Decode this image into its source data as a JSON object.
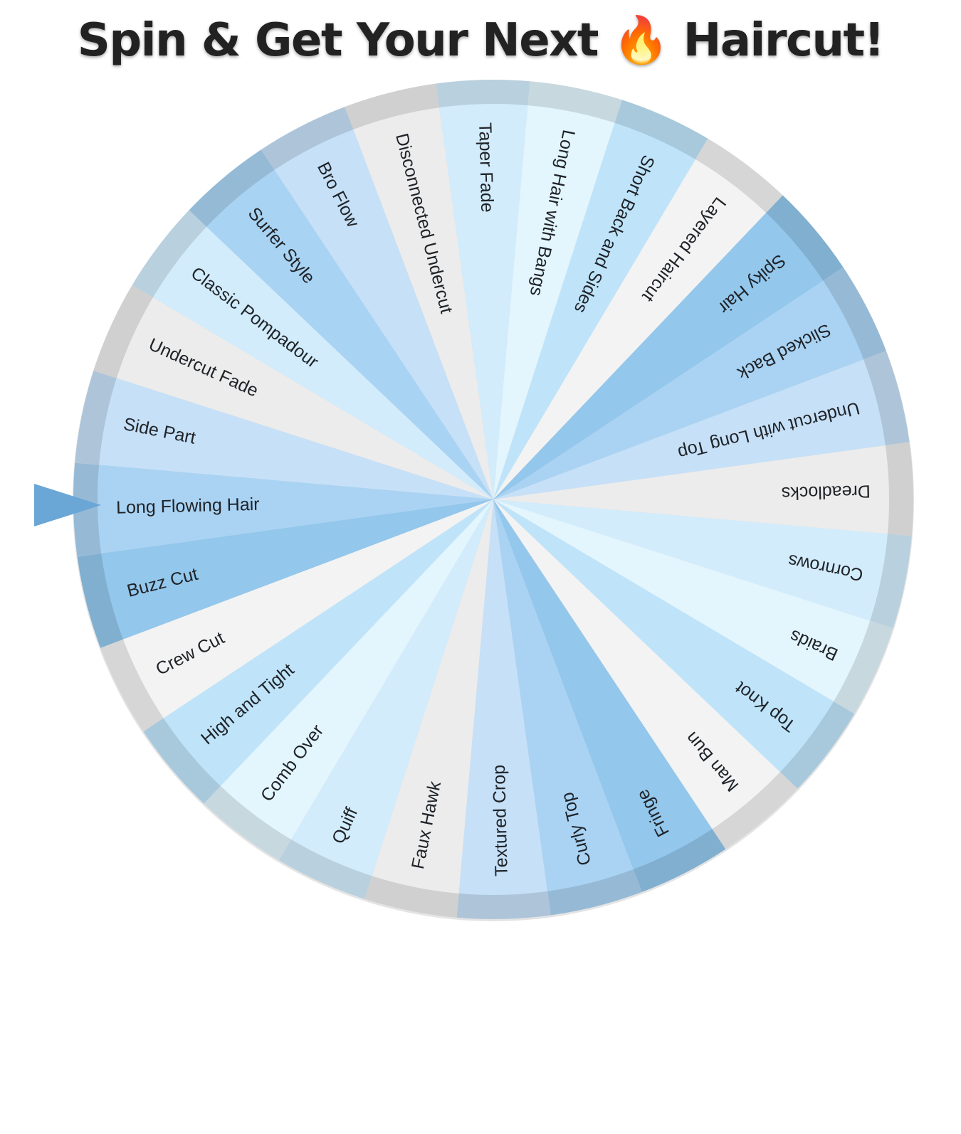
{
  "page": {
    "title": "Spin & Get Your Next 🔥 Haircut!"
  },
  "wheel": {
    "start_angle_deg": 185,
    "pointer_side": "left",
    "pointer_color": "#6aa6d6",
    "rim_colors": {
      "outer_ring_shade": 0.12
    },
    "segments": [
      {
        "label": "Side Part",
        "color": "#c6e0f7"
      },
      {
        "label": "Undercut Fade",
        "color": "#ececec"
      },
      {
        "label": "Classic Pompadour",
        "color": "#d2ecfc"
      },
      {
        "label": "Surfer Style",
        "color": "#a9d3f3"
      },
      {
        "label": "Bro Flow",
        "color": "#c6e0f7"
      },
      {
        "label": "Disconnected Undercut",
        "color": "#ececec"
      },
      {
        "label": "Taper Fade",
        "color": "#d2ecfc"
      },
      {
        "label": "Long Hair with Bangs",
        "color": "#e3f5fd"
      },
      {
        "label": "Short Back and Sides",
        "color": "#bfe4fa"
      },
      {
        "label": "Layered Haircut",
        "color": "#f3f3f3"
      },
      {
        "label": "Spiky Hair",
        "color": "#93c7ec"
      },
      {
        "label": "Slicked Back",
        "color": "#aad3f3"
      },
      {
        "label": "Undercut with Long Top",
        "color": "#c6e0f7"
      },
      {
        "label": "Dreadlocks",
        "color": "#ececec"
      },
      {
        "label": "Cornrows",
        "color": "#d2ecfc"
      },
      {
        "label": "Braids",
        "color": "#e3f5fd"
      },
      {
        "label": "Top Knot",
        "color": "#bfe4fa"
      },
      {
        "label": "Man Bun",
        "color": "#f3f3f3"
      },
      {
        "label": "Fringe",
        "color": "#93c7ec"
      },
      {
        "label": "Curly Top",
        "color": "#aad3f3"
      },
      {
        "label": "Textured Crop",
        "color": "#c6e0f7"
      },
      {
        "label": "Faux Hawk",
        "color": "#ececec"
      },
      {
        "label": "Quiff",
        "color": "#d2ecfc"
      },
      {
        "label": "Comb Over",
        "color": "#e3f5fd"
      },
      {
        "label": "High and Tight",
        "color": "#bfe4fa"
      },
      {
        "label": "Crew Cut",
        "color": "#f3f3f3"
      },
      {
        "label": "Buzz Cut",
        "color": "#93c7ec"
      },
      {
        "label": "Long Flowing Hair",
        "color": "#aad3f3"
      }
    ]
  }
}
